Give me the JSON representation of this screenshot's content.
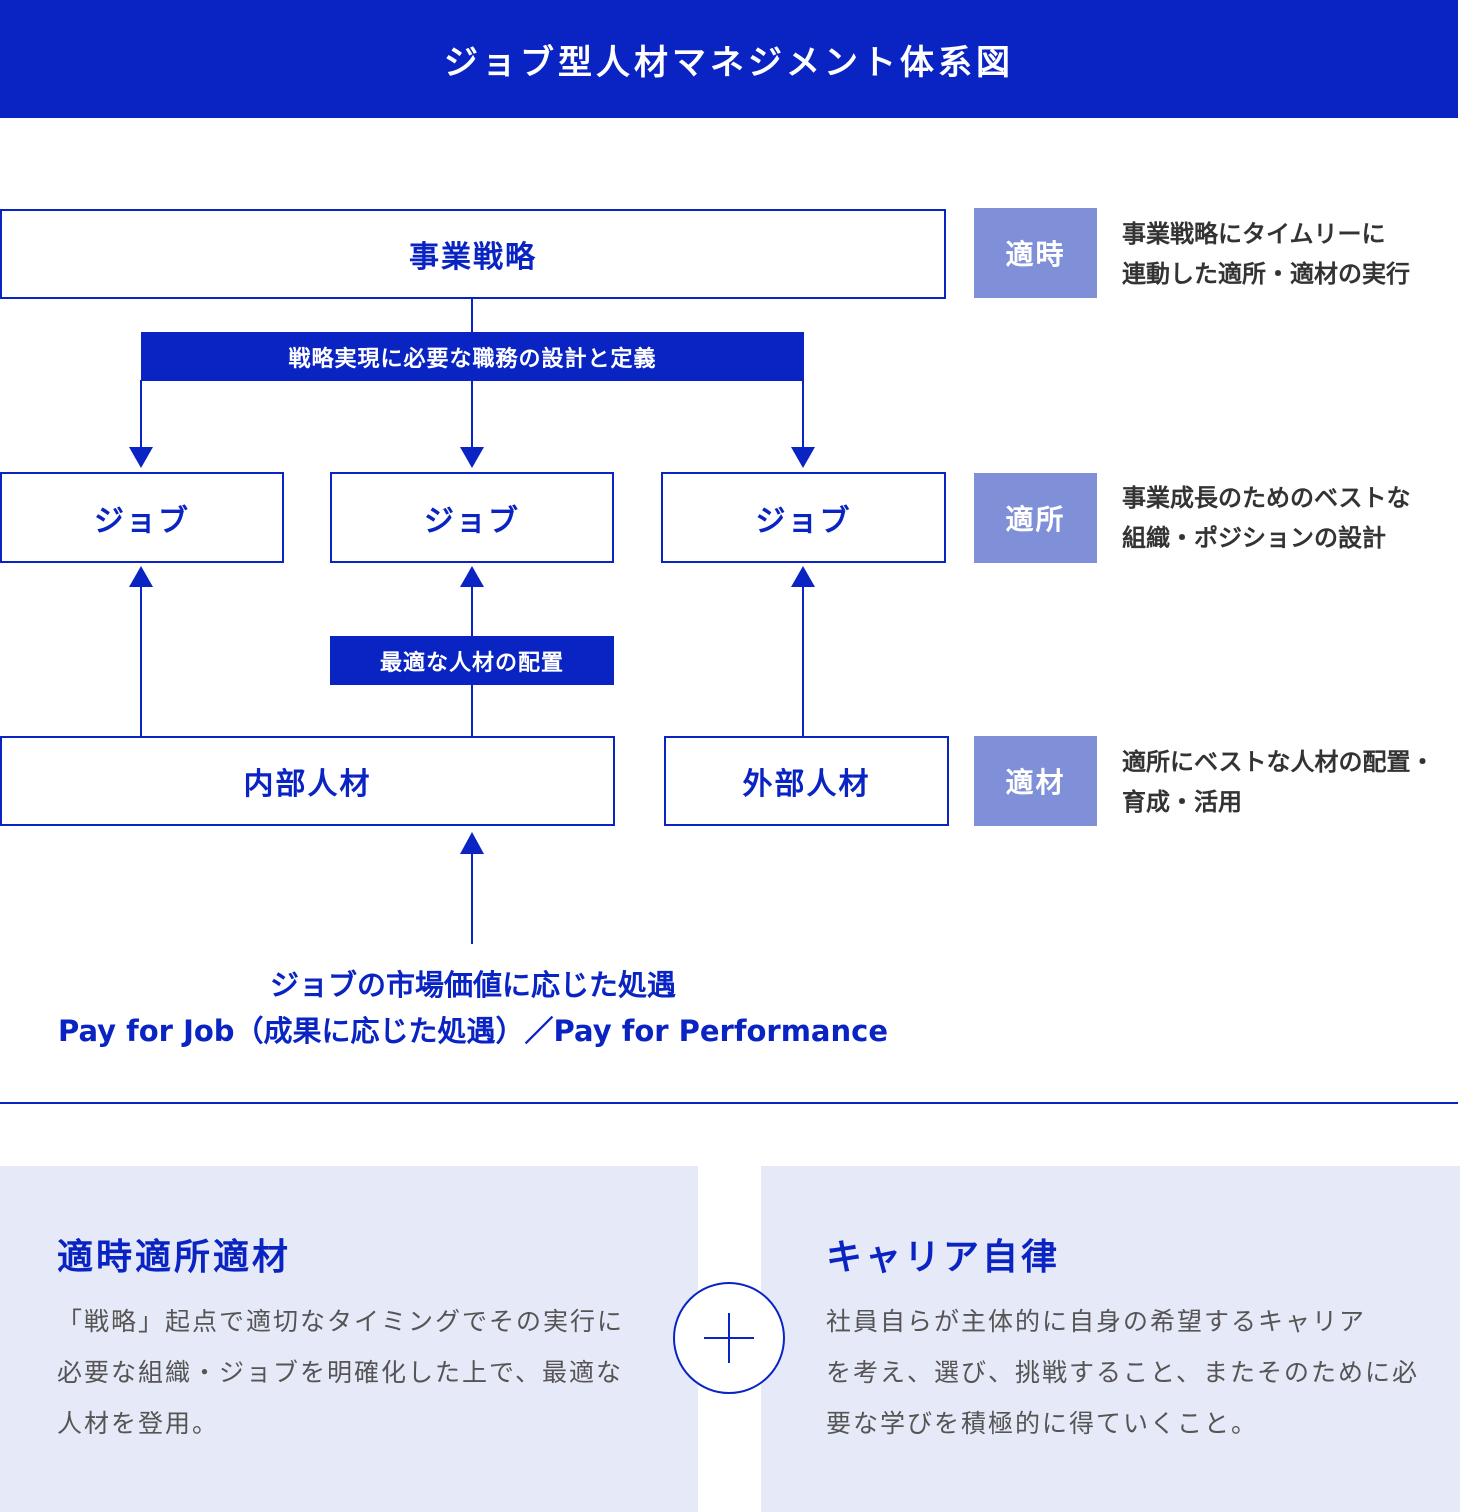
{
  "header": {
    "title": "ジョブ型人材マネジメント体系図"
  },
  "diagram": {
    "strategy": "事業戦略",
    "design_bar": "戦略実現に必要な職務の設計と定義",
    "jobs": [
      "ジョブ",
      "ジョブ",
      "ジョブ"
    ],
    "placement_bar": "最適な人材の配置",
    "internal": "内部人材",
    "external": "外部人材",
    "pay_line1": "ジョブの市場価値に応じた処遇",
    "pay_line2": "Pay for Job（成果に応じた処遇）／Pay for Performance"
  },
  "side": [
    {
      "tag": "適時",
      "lines": [
        "事業戦略にタイムリーに",
        "連動した適所・適材の実行"
      ]
    },
    {
      "tag": "適所",
      "lines": [
        "事業成長のためのベストな",
        "組織・ポジションの設計"
      ]
    },
    {
      "tag": "適材",
      "lines": [
        "適所にベストな人材の配置・",
        "育成・活用"
      ]
    }
  ],
  "panels": {
    "left": {
      "title": "適時適所適材",
      "lines": [
        "「戦略」起点で適切なタイミングでその実行に",
        "必要な組織・ジョブを明確化した上で、最適な",
        "人材を登用。"
      ]
    },
    "right": {
      "title": "キャリア自律",
      "lines": [
        "社員自らが主体的に自身の希望するキャリア",
        "を考え、選び、挑戦すること、またそのために必",
        "要な学びを積極的に得ていくこと。"
      ]
    }
  },
  "colors": {
    "primary": "#0a24c3",
    "tag": "#8090d8",
    "panel": "#e6e9f7"
  }
}
